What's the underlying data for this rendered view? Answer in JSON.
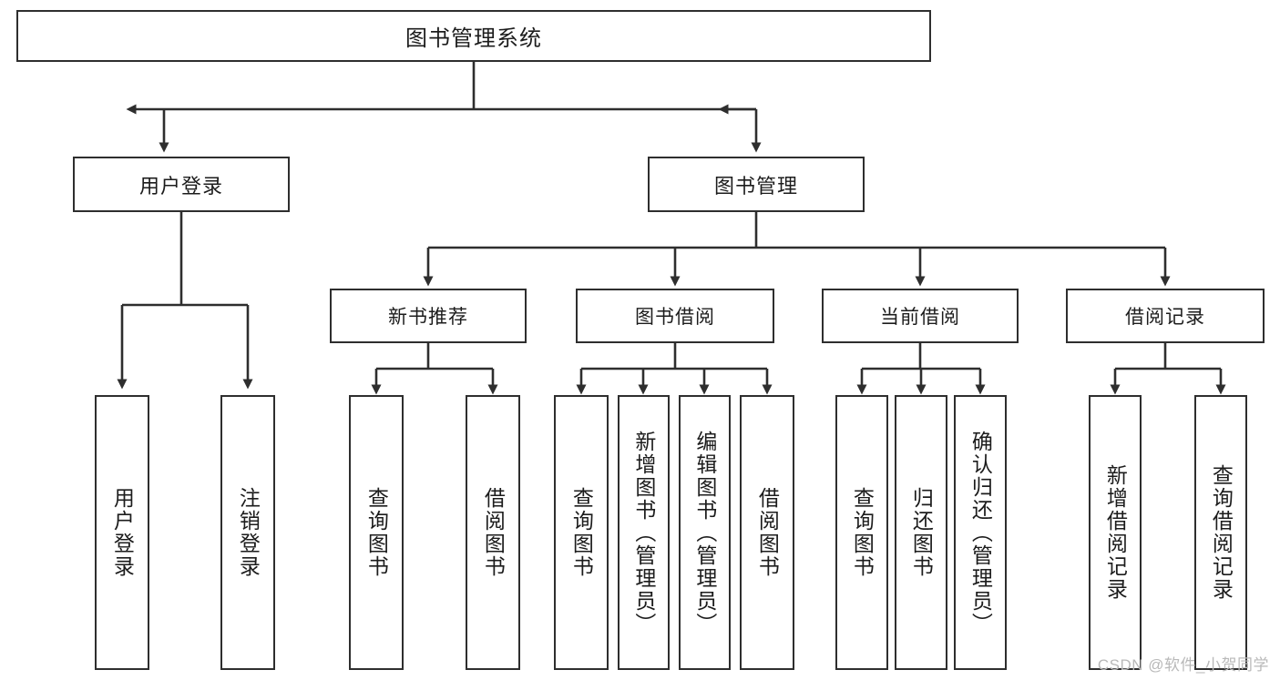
{
  "diagram": {
    "title": "图书管理系统",
    "type": "tree-hierarchy",
    "orientation": "top-down",
    "watermark": "CSDN @软件_小贺同学",
    "colors": {
      "box_border": "#2e2e2e",
      "box_fill": "#ffffff",
      "connector": "#2e2e2e",
      "text": "#1c1c1c",
      "watermark": "#b9b9b9",
      "background": "#ffffff"
    },
    "root": {
      "id": "root",
      "label": "图书管理系统"
    },
    "level1": [
      {
        "id": "user-login",
        "label": "用户登录"
      },
      {
        "id": "book-manage",
        "label": "图书管理"
      }
    ],
    "level2": [
      {
        "id": "new-book-recommend",
        "label": "新书推荐",
        "parent": "book-manage"
      },
      {
        "id": "book-borrow",
        "label": "图书借阅",
        "parent": "book-manage"
      },
      {
        "id": "current-borrow",
        "label": "当前借阅",
        "parent": "book-manage"
      },
      {
        "id": "borrow-record",
        "label": "借阅记录",
        "parent": "book-manage"
      }
    ],
    "leaves": [
      {
        "id": "leaf-user-login",
        "label": "用户登录",
        "parent": "user-login"
      },
      {
        "id": "leaf-logout",
        "label": "注销登录",
        "parent": "user-login"
      },
      {
        "id": "leaf-query-book-1",
        "label": "查询图书",
        "parent": "new-book-recommend"
      },
      {
        "id": "leaf-borrow-book-1",
        "label": "借阅图书",
        "parent": "new-book-recommend"
      },
      {
        "id": "leaf-query-book-2",
        "label": "查询图书",
        "parent": "book-borrow"
      },
      {
        "id": "leaf-add-book",
        "label": "新增图书（管理员）",
        "parent": "book-borrow"
      },
      {
        "id": "leaf-edit-book",
        "label": "编辑图书（管理员）",
        "parent": "book-borrow"
      },
      {
        "id": "leaf-borrow-book-2",
        "label": "借阅图书",
        "parent": "book-borrow"
      },
      {
        "id": "leaf-query-book-3",
        "label": "查询图书",
        "parent": "current-borrow"
      },
      {
        "id": "leaf-return-book",
        "label": "归还图书",
        "parent": "current-borrow"
      },
      {
        "id": "leaf-confirm-return",
        "label": "确认归还（管理员）",
        "parent": "current-borrow"
      },
      {
        "id": "leaf-add-record",
        "label": "新增借阅记录",
        "parent": "borrow-record"
      },
      {
        "id": "leaf-query-record",
        "label": "查询借阅记录",
        "parent": "borrow-record"
      }
    ]
  }
}
